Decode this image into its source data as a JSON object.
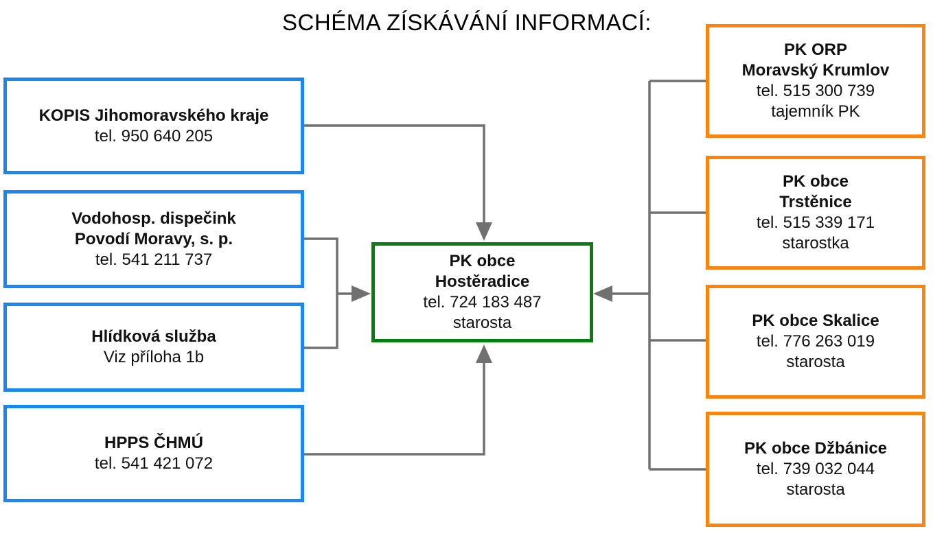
{
  "title": "SCHÉMA ZÍSKÁVÁNÍ INFORMACÍ:",
  "colors": {
    "left_border": "#1a86f0",
    "center_border": "#0a7d12",
    "right_border": "#f98410",
    "connector": "#707070"
  },
  "center": {
    "line1": "PK obce",
    "line2": "Hostěradice",
    "line3": "tel. 724 183 487",
    "line4": "starosta"
  },
  "left": [
    {
      "line1": "KOPIS Jihomoravského kraje",
      "line2": "tel. 950 640 205"
    },
    {
      "line1": "Vodohosp. dispečink",
      "line2": "Povodí Moravy, s. p.",
      "line3": "tel. 541 211 737"
    },
    {
      "line1": "Hlídková služba",
      "line2": "Viz příloha 1b"
    },
    {
      "line1": "HPPS ČHMÚ",
      "line2": "tel. 541 421 072"
    }
  ],
  "right": [
    {
      "line1": "PK ORP",
      "line2": "Moravský Krumlov",
      "line3": "tel. 515 300 739",
      "line4": "tajemník PK"
    },
    {
      "line1": "PK obce",
      "line2": "Trstěnice",
      "line3": "tel. 515 339 171",
      "line4": "starostka"
    },
    {
      "line1": "PK obce Skalice",
      "line2": "tel. 776 263 019",
      "line3": "starosta"
    },
    {
      "line1": "PK obce Džbánice",
      "line2": "tel. 739 032 044",
      "line3": "starosta"
    }
  ]
}
